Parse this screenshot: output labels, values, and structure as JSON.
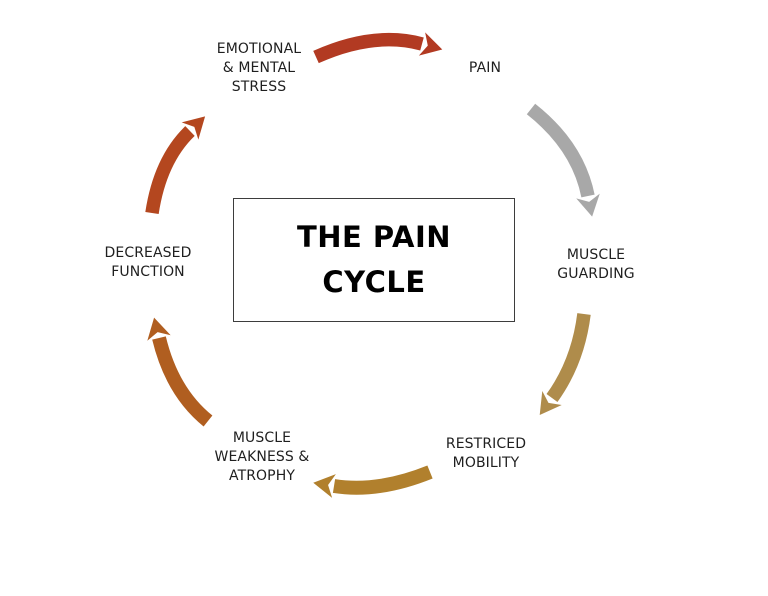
{
  "title": {
    "line1": "THE PAIN",
    "line2": "CYCLE"
  },
  "nodes": [
    {
      "id": "emotional-mental-stress",
      "lines": [
        "EMOTIONAL",
        "& MENTAL",
        "STRESS"
      ]
    },
    {
      "id": "pain",
      "lines": [
        "PAIN"
      ]
    },
    {
      "id": "muscle-guarding",
      "lines": [
        "MUSCLE",
        "GUARDING"
      ]
    },
    {
      "id": "restriced-mobility",
      "lines": [
        "RESTRICED",
        "MOBILITY"
      ]
    },
    {
      "id": "muscle-weakness-atrophy",
      "lines": [
        "MUSCLE",
        "WEAKNESS &",
        "ATROPHY"
      ]
    },
    {
      "id": "decreased-function",
      "lines": [
        "DECREASED",
        "FUNCTION"
      ]
    }
  ],
  "arrows": [
    {
      "from": "emotional-mental-stress",
      "to": "pain",
      "color": "#B23A22"
    },
    {
      "from": "pain",
      "to": "muscle-guarding",
      "color": "#A8A8A8"
    },
    {
      "from": "muscle-guarding",
      "to": "restriced-mobility",
      "color": "#AF8C4B"
    },
    {
      "from": "restriced-mobility",
      "to": "muscle-weakness-atrophy",
      "color": "#B1802D"
    },
    {
      "from": "muscle-weakness-atrophy",
      "to": "decreased-function",
      "color": "#B05E20"
    },
    {
      "from": "decreased-function",
      "to": "emotional-mental-stress",
      "color": "#B4471F"
    }
  ],
  "colors": {
    "background": "#FFFFFF",
    "label_text": "#1F1F1F",
    "title_text": "#000000",
    "box_border": "#3D3D3D"
  }
}
